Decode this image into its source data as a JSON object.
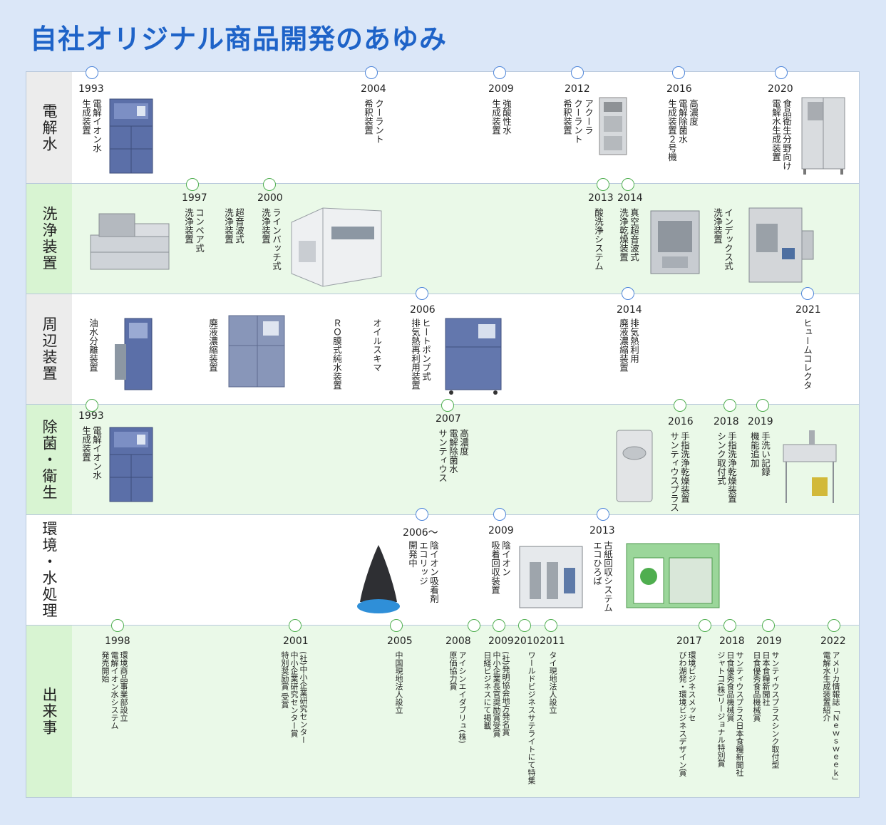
{
  "title": "自社オリジナル商品開発のあゆみ",
  "rows": [
    "電解水",
    "洗浄装置",
    "周辺装置",
    "除菌・衛生",
    "環境・水処理",
    "出来事"
  ],
  "denkaisui": [
    {
      "year": "1993",
      "text": "電解イオン水\n生成装置"
    },
    {
      "year": "2004",
      "text": "クーラント\n希釈装置"
    },
    {
      "year": "2009",
      "text": "強酸性水\n生成装置"
    },
    {
      "year": "2012",
      "text": "アクーラ\nクーラント\n希釈装置"
    },
    {
      "year": "2016",
      "text": "高濃度\n電解除菌水\n生成装置２号機"
    },
    {
      "year": "2020",
      "text": "食品衛生分野向け\n電解水生成装置"
    }
  ],
  "senjou": [
    {
      "year": "1997",
      "text": "コンベア式\n洗浄装置"
    },
    {
      "year": "",
      "text": "超音波式\n洗浄装置"
    },
    {
      "year": "2000",
      "text": "ラインバッチ式\n洗浄装置"
    },
    {
      "year": "2013",
      "text": "酸洗浄システム"
    },
    {
      "year": "2014",
      "text": "真空超音波式\n洗浄乾燥装置"
    },
    {
      "year": "",
      "text": "インデックス式\n洗浄装置"
    }
  ],
  "shuhen": [
    {
      "year": "",
      "text": "油水分離装置"
    },
    {
      "year": "",
      "text": "廃液濃縮装置"
    },
    {
      "year": "",
      "text": "ＲＯ膜式純水装置"
    },
    {
      "year": "",
      "text": "オイルスキマ"
    },
    {
      "year": "2006",
      "text": "ヒートポンプ式\n排気熱再利用装置"
    },
    {
      "year": "2014",
      "text": "排気熱利用\n廃液濃縮装置"
    },
    {
      "year": "2021",
      "text": "ヒュームコレクタ"
    }
  ],
  "jokin": [
    {
      "year": "1993",
      "text": "電解イオン水\n生成装置"
    },
    {
      "year": "2007",
      "text": "高濃度\n電解除菌水\nサンティウス"
    },
    {
      "year": "2016",
      "text": "手指洗浄乾燥装置\nサンティウスプラス"
    },
    {
      "year": "2018",
      "text": "手指洗浄乾燥装置\nシンク取付式"
    },
    {
      "year": "2019",
      "text": "手洗い記録\n機能追加"
    }
  ],
  "kankyo": [
    {
      "year": "2006～",
      "text": "陰イオン吸着剤\nエコリッジ\n開発中"
    },
    {
      "year": "2009",
      "text": "陰イオン\n吸着回収装置"
    },
    {
      "year": "2013",
      "text": "古紙回収システム\nエコひろば"
    }
  ],
  "dekigoto": [
    {
      "year": "1998",
      "text": "環境商品事業部設立\n電解イオン水システム\n発売開始"
    },
    {
      "year": "2001",
      "text": "(社)中小企業研究センター\n中小企業研究センター賞\n特別奨励賞 受賞"
    },
    {
      "year": "2005",
      "text": "中国現地法人設立"
    },
    {
      "year": "2008",
      "text": "アイシンエイダブリュ(株)\n原価協力賞"
    },
    {
      "year": "2009",
      "text": "(社)発明協会地方発名賞\n中小企業長官奨励賞受賞\n日経ビジネスにて掲載"
    },
    {
      "year": "2010",
      "text": "ワールドビジネスサテライトにて特集"
    },
    {
      "year": "2011",
      "text": "タイ現地法人設立"
    },
    {
      "year": "2017",
      "text": "環境ビジネスメッセ\nびわ湖発・環境ビジネスデザイン賞"
    },
    {
      "year": "2018",
      "text": "サンティウスプラス日本食糧新聞社\n日食優秀食品機械賞\nジャトコ(株)リージョナル特別賞"
    },
    {
      "year": "2019",
      "text": "サンティウスプラスシンク取付型\n日本食糧新聞社\n日食優秀食品機械賞"
    },
    {
      "year": "2022",
      "text": "アメリカ情報誌「Ｎｅｗｓｗｅｅｋ」\n電解水生成装置紹介"
    }
  ],
  "colors": {
    "title": "#1e63c8",
    "circle_blue": "#4f86d9",
    "circle_green": "#4fae4f",
    "band_green": "#eaf9e8"
  }
}
